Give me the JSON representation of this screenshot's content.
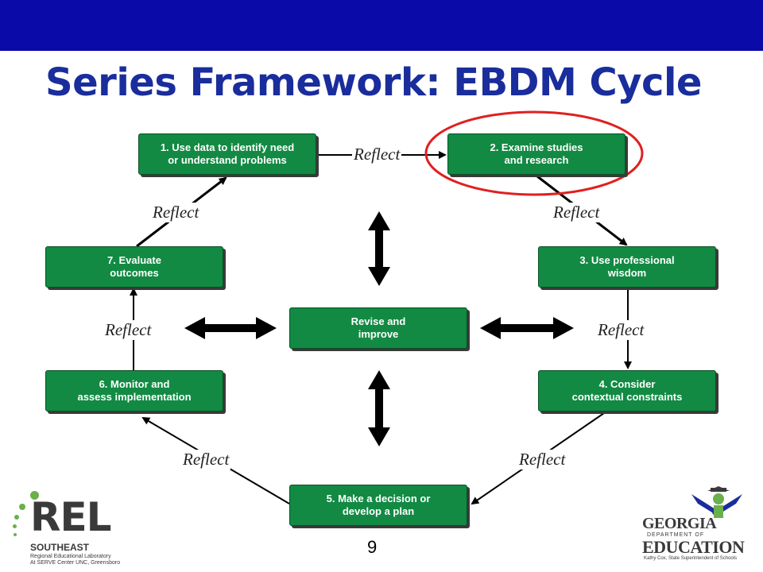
{
  "slide": {
    "title": "Series Framework: EBDM Cycle",
    "page_number": "9"
  },
  "diagram": {
    "steps": [
      {
        "id": "step1",
        "label": "1. Use data to identify need\nor understand problems"
      },
      {
        "id": "step2",
        "label": "2. Examine studies\nand research"
      },
      {
        "id": "step3",
        "label": "3. Use professional\nwisdom"
      },
      {
        "id": "step4",
        "label": "4. Consider\ncontextual constraints"
      },
      {
        "id": "step5",
        "label": "5. Make a decision or\ndevelop a plan"
      },
      {
        "id": "step6",
        "label": "6. Monitor and\nassess implementation"
      },
      {
        "id": "step7",
        "label": "7. Evaluate\noutcomes"
      }
    ],
    "center": "Revise and\nimprove",
    "reflect_label": "Reflect",
    "highlight_color": "#e02020",
    "box_color": "#128a43"
  },
  "logos": {
    "rel": {
      "word": "REL",
      "sub": "SOUTHEAST",
      "line1": "Regional Educational Laboratory",
      "line2": "At SERVE Center UNC, Greensboro"
    },
    "gadoe": {
      "line1": "GEORGIA",
      "line2": "DEPARTMENT OF",
      "line3": "EDUCATION",
      "line4": "Kathy Cox, State Superintendent of Schools"
    }
  }
}
